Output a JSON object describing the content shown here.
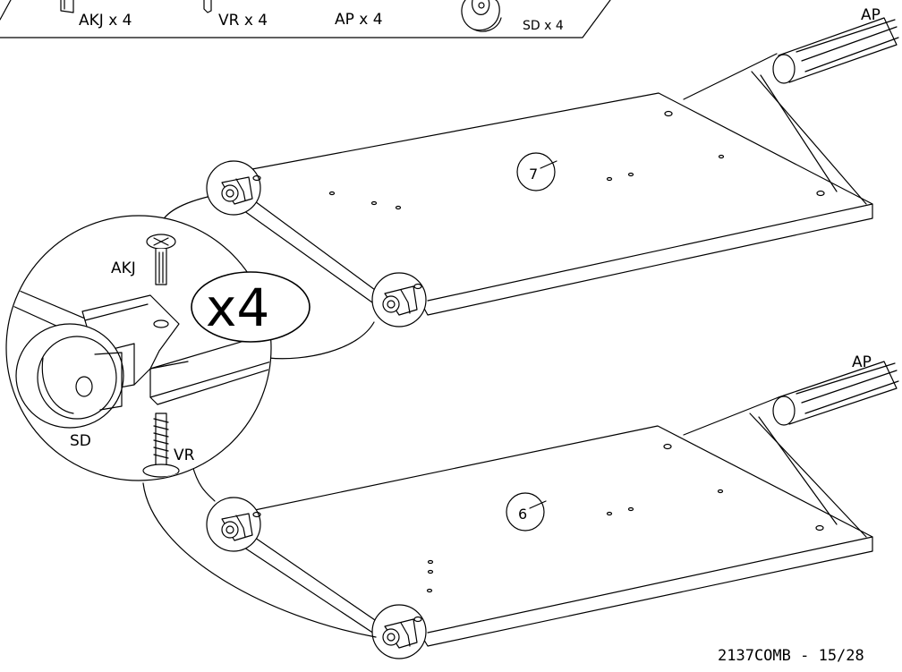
{
  "parts_bar": {
    "items": [
      {
        "id": "akj",
        "label": "AKJ x 4"
      },
      {
        "id": "vr",
        "label": "VR x 4"
      },
      {
        "id": "ap",
        "label": "AP x 4"
      },
      {
        "id": "sd",
        "label": "SD x 4"
      }
    ]
  },
  "detail": {
    "multiplier": "x4",
    "labels": {
      "akj": "AKJ",
      "sd": "SD",
      "vr": "VR"
    }
  },
  "panels": [
    {
      "number": "7",
      "dowel_label": "AP"
    },
    {
      "number": "6",
      "dowel_label": "AP"
    }
  ],
  "footer": {
    "page_ref": "2137COMB - 15/28"
  }
}
